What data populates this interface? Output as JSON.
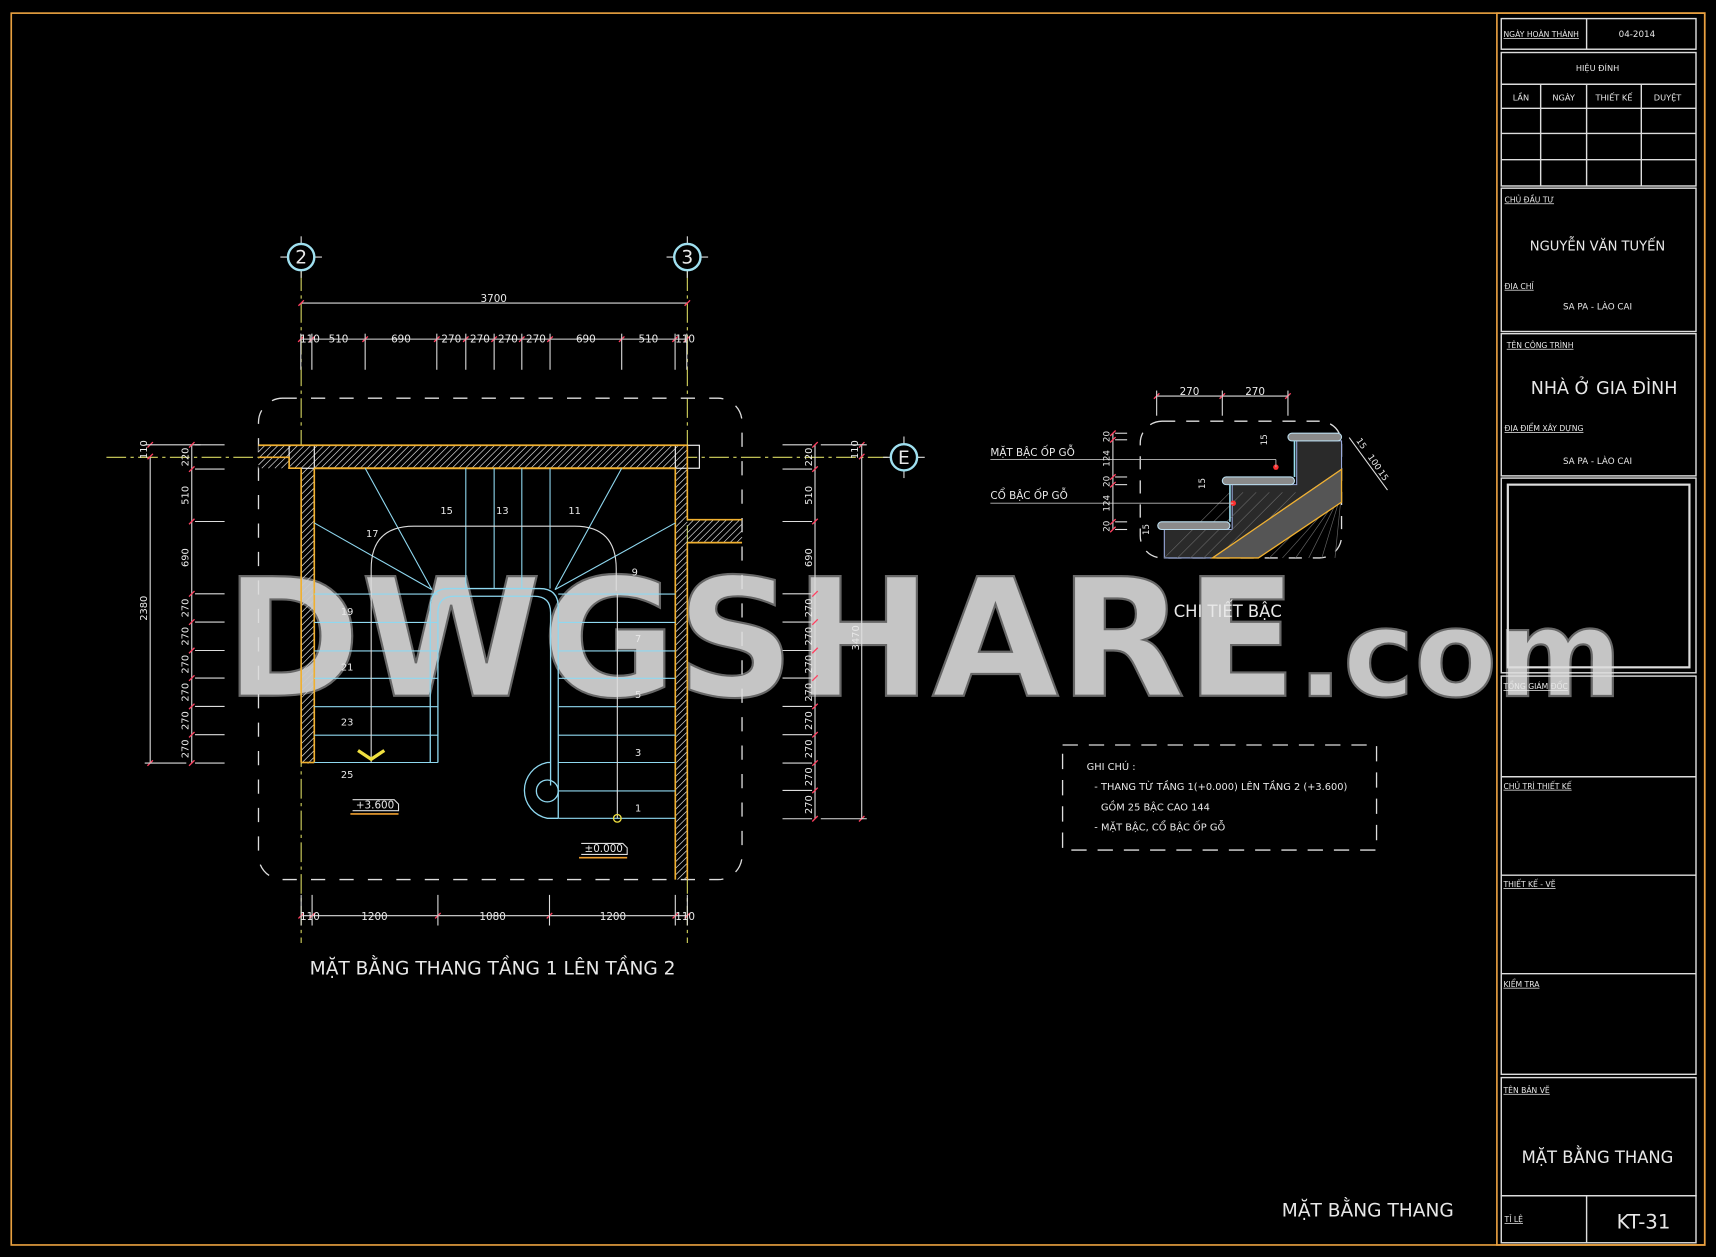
{
  "colors": {
    "background": "#000000",
    "border": "#e8a040",
    "wall": "#f0b030",
    "stair": "#8fd8f0",
    "dimension": "#dddddd",
    "dim_tick": "#ff4060",
    "grid_axis": "#d8d860",
    "watermark": "#7a7a7a"
  },
  "drawing": {
    "watermark": {
      "main": "DWGSHARE",
      "suffix": ".com"
    },
    "plan": {
      "title": "MẶT BẰNG THANG TẦNG 1 LÊN TẦNG 2",
      "grid_axes": [
        "2",
        "3",
        "E"
      ],
      "dim_overall_top": "3700",
      "dims_top": [
        "110",
        "510",
        "690",
        "270",
        "270",
        "270",
        "270",
        "690",
        "510",
        "110"
      ],
      "dims_bottom": [
        "110",
        "1200",
        "1080",
        "1200",
        "110"
      ],
      "dims_left_overall": "2380",
      "dims_left_offset": "110",
      "dims_left": [
        "220",
        "510",
        "690",
        "270",
        "270",
        "270",
        "270",
        "270",
        "270"
      ],
      "dims_right_overall": "3470",
      "dims_right_offset": "110",
      "dims_right": [
        "220",
        "510",
        "690",
        "270",
        "270",
        "270",
        "270",
        "270",
        "270",
        "270",
        "270"
      ],
      "step_numbers": [
        "1",
        "3",
        "5",
        "7",
        "9",
        "11",
        "13",
        "15",
        "17",
        "19",
        "21",
        "23",
        "25"
      ],
      "levels": [
        "+3.600",
        "±0.000"
      ]
    },
    "detail": {
      "title": "CHI TIẾT BẬC",
      "dims_top": [
        "270",
        "270"
      ],
      "dims_left": [
        "20",
        "124",
        "20",
        "124",
        "20"
      ],
      "nosing": [
        "15",
        "15",
        "15"
      ],
      "dims_diag": [
        "15",
        "100",
        "15"
      ],
      "labels": [
        "MẶT BẬC ỐP GỖ",
        "CỔ BẬC ỐP GỖ"
      ]
    },
    "notes": {
      "heading": "GHI CHÚ :",
      "lines": [
        "- THANG TỪ TẦNG 1(+0.000) LÊN TẦNG 2 (+3.600)",
        "GỒM 25 BẬC CAO 144",
        "- MẶT BẬC, CỔ BẬC ỐP GỖ"
      ]
    },
    "sheet_label": "MẶT BẰNG THANG"
  },
  "title_block": {
    "completion_label": "NGÀY HOÀN THÀNH",
    "completion_date": "04-2014",
    "revision_heading": "HIỆU ĐÍNH",
    "revision_columns": [
      "LẦN",
      "NGÀY",
      "THIẾT KẾ",
      "DUYỆT"
    ],
    "owner_label": "CHỦ ĐẦU TƯ",
    "owner": "NGUYỄN VĂN TUYẾN",
    "address_label": "ĐỊA CHỈ",
    "address": "SA PA - LÀO CAI",
    "project_label": "TÊN CÔNG TRÌNH",
    "project": "NHÀ Ở GIA ĐÌNH",
    "site_label": "ĐỊA ĐIỂM XÂY DỰNG",
    "site": "SA PA - LÀO CAI",
    "director_label": "TỔNG GIÁM ĐỐC",
    "lead_designer_label": "CHỦ TRÌ THIẾT KẾ",
    "designer_label": "THIẾT KẾ - VẼ",
    "checker_label": "KIỂM TRA",
    "drawing_name_label": "TÊN BẢN VẼ",
    "drawing_name": "MẶT BẰNG THANG",
    "scale_label": "TỈ LỆ",
    "sheet_number": "KT-31"
  }
}
